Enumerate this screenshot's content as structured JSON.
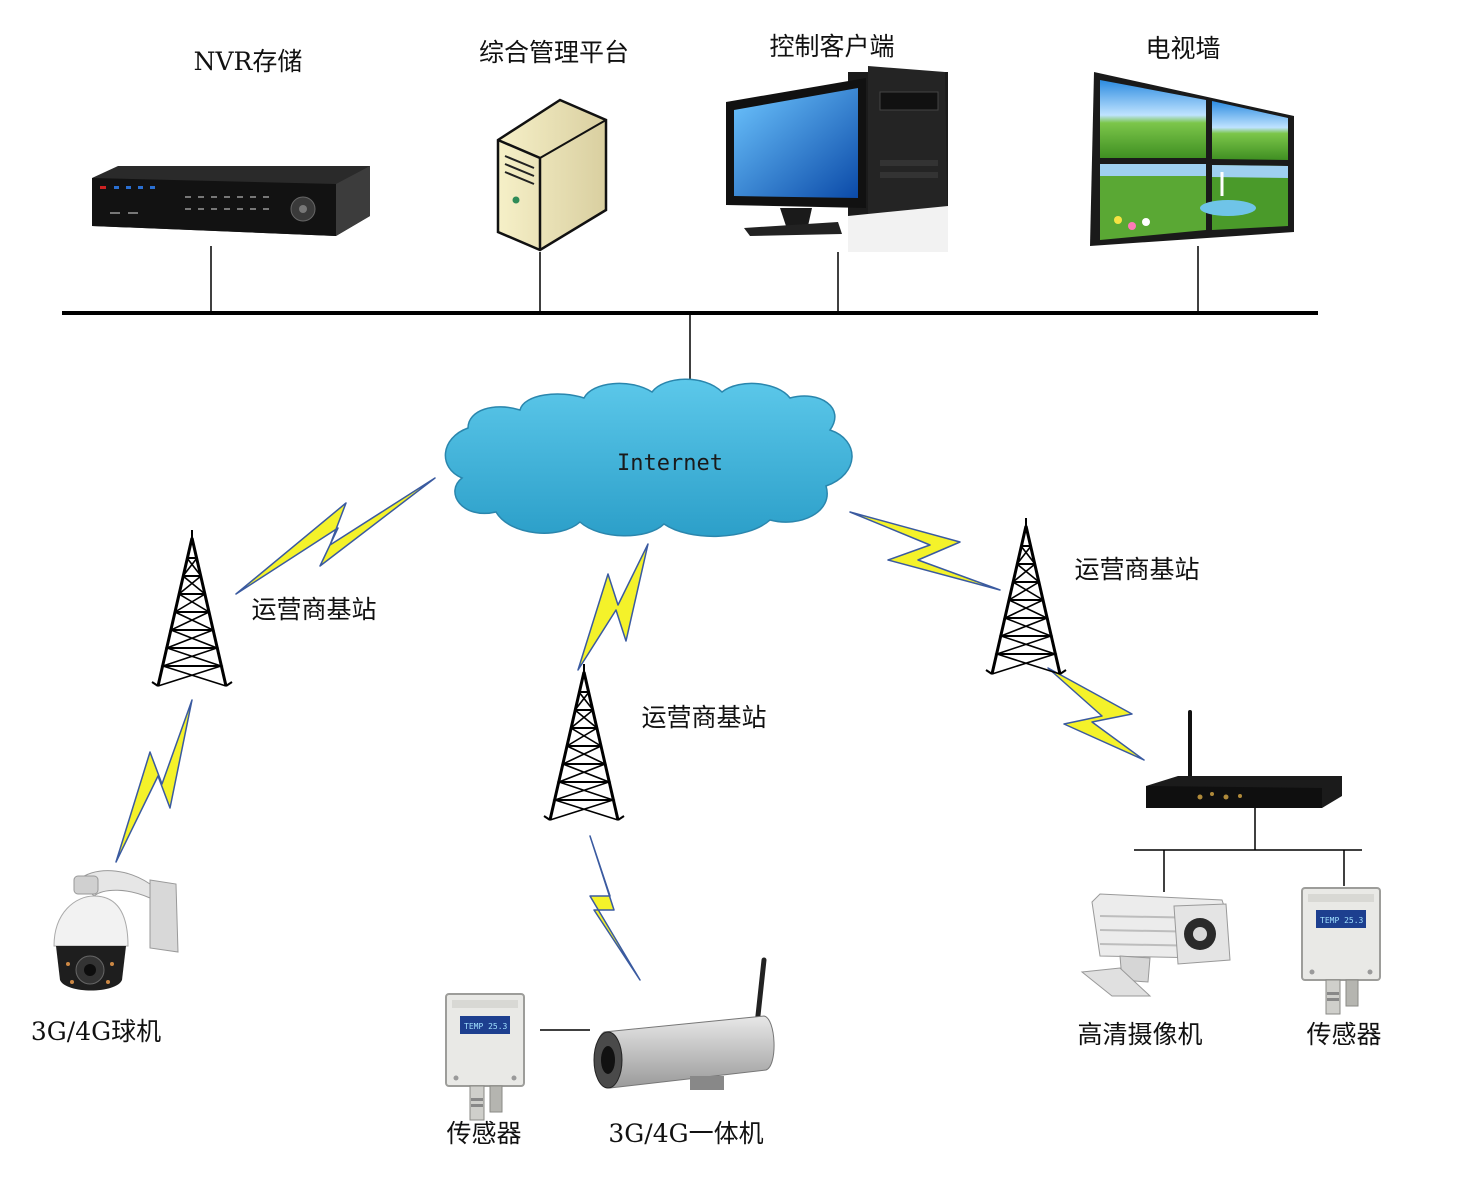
{
  "top_devices": [
    {
      "label": "NVR存储",
      "icon": "nvr-recorder-icon"
    },
    {
      "label": "综合管理平台",
      "icon": "server-icon"
    },
    {
      "label": "控制客户端",
      "icon": "desktop-computer-icon"
    },
    {
      "label": "电视墙",
      "icon": "video-wall-icon"
    }
  ],
  "cloud": {
    "label": "Internet",
    "color": "#3fb2d6"
  },
  "towers": [
    {
      "label": "运营商基站",
      "icon": "cell-tower-icon"
    },
    {
      "label": "运营商基站",
      "icon": "cell-tower-icon"
    },
    {
      "label": "运营商基站",
      "icon": "cell-tower-icon"
    }
  ],
  "endpoints": {
    "ptz_camera": {
      "label": "3G/4G球机",
      "icon": "ptz-dome-camera-icon"
    },
    "sensor_left": {
      "label": "传感器",
      "icon": "sensor-box-icon"
    },
    "integrated_unit": {
      "label": "3G/4G一体机",
      "icon": "bullet-camera-icon"
    },
    "router": {
      "icon": "wireless-router-icon"
    },
    "hd_camera": {
      "label": "高清摄像机",
      "icon": "hd-bullet-camera-icon"
    },
    "sensor_right": {
      "label": "传感器",
      "icon": "sensor-box-icon"
    }
  },
  "colors": {
    "lightning": "#f4f22a",
    "lightning_stroke": "#3a5aa0",
    "line": "#000000"
  }
}
